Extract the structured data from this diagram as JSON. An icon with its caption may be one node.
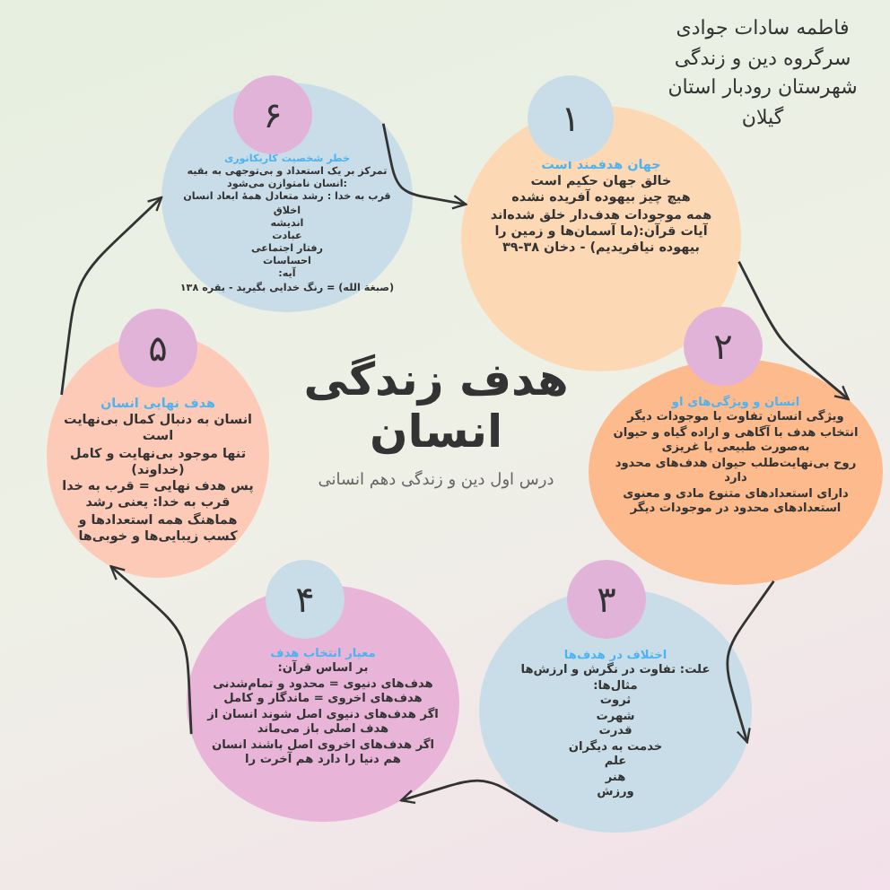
{
  "diagram": {
    "title": "هدف زندگی انسان",
    "nodes": [
      {
        "text": [
          "۶"
        ]
      },
      {
        "text": [
          "خطر شخصیت کاریکاتوری",
          "تمرکز بر یک استعداد و بی‌توجهی به بقیه :انسان نامتوازن می‌شود",
          "قرب به خدا : رشد متعادل همهٔ ابعاد انسان",
          "اخلاق",
          "اندیشه",
          "عبادت",
          "رفتار اجتماعی",
          "احساسات",
          "آیه:",
          "(صبغة الله) = رنگ خدایی بگیرید - بقره ۱۳۸"
        ]
      },
      {
        "text": [
          "۱"
        ]
      },
      {
        "text": [
          "جهان هدفمند است",
          "خالق جهان حکیم است",
          "هیچ چیز بیهوده آفریده نشده",
          "همه موجودات هدف‌دار خلق شده‌اند",
          "آیات قرآن:(ما آسمان‌ها و زمین را بیهوده نیافریدیم) - دخان ۳۸-۳۹"
        ]
      },
      {
        "text": [
          "۵"
        ]
      },
      {
        "text": [
          "هدف نهایی انسان",
          "انسان به دنبال کمال بی‌نهایت است",
          "تنها موجود بی‌نهایت و کامل (خداوند)",
          "پس هدف نهایی = قرب به خدا",
          "قرب به خدا: یعنی رشد هماهنگ همه استعدادها و کسب زیبایی‌ها و خوبی‌ها"
        ]
      },
      {
        "text": [
          "۲"
        ]
      },
      {
        "text": [
          "انسان و ویژگی‌های او",
          "ویژگی انسان تفاوت با موجودات دیگر",
          "انتخاب هدف با آگاهی و اراده گیاه و حیوان به‌صورت طبیعی یا غریزی",
          "روح بی‌نهایت‌طلب حیوان هدف‌های محدود دارد",
          "دارای استعدادهای متنوع مادی و معنوی",
          "استعدادهای محدود در موجودات دیگر"
        ]
      },
      {
        "text": [
          "۴"
        ]
      },
      {
        "text": [
          "معیار انتخاب هدف",
          "بر اساس قرآن:",
          "هدف‌های دنیوی = محدود و تمام‌شدنی",
          "هدف‌های اخروی = ماندگار و کامل",
          "اگر هدف‌های دنیوی اصل شوند انسان از هدف اصلی باز می‌ماند",
          "اگر هدف‌های اخروی اصل باشند انسان هم دنیا را دارد هم آخرت را"
        ]
      },
      {
        "text": [
          "۳"
        ]
      },
      {
        "text": [
          "اختلاف در هدف‌ها",
          "علت: تفاوت در نگرش و ارزش‌ها",
          "مثال‌ها:",
          "ثروت",
          "شهرت",
          "قدرت",
          "خدمت به دیگران",
          "علم",
          "هنر",
          "ورزش"
        ]
      }
    ],
    "edges": [
      {
        "from": 1,
        "to": 3,
        "arrow": "to"
      },
      {
        "from": 3,
        "to": 7,
        "arrow": "to"
      },
      {
        "from": 7,
        "to": 11,
        "arrow": "to"
      },
      {
        "from": 11,
        "to": 9,
        "arrow": "to"
      },
      {
        "from": 9,
        "to": 5,
        "arrow": "to"
      },
      {
        "from": 5,
        "to": 1,
        "arrow": "to"
      }
    ],
    "labels": [
      "فاطمه سادات جوادی سرگروه دین و زندگی شهرستان رودبار استان گیلان",
      "درس اول دین و زندگی دهم انسانی"
    ]
  }
}
